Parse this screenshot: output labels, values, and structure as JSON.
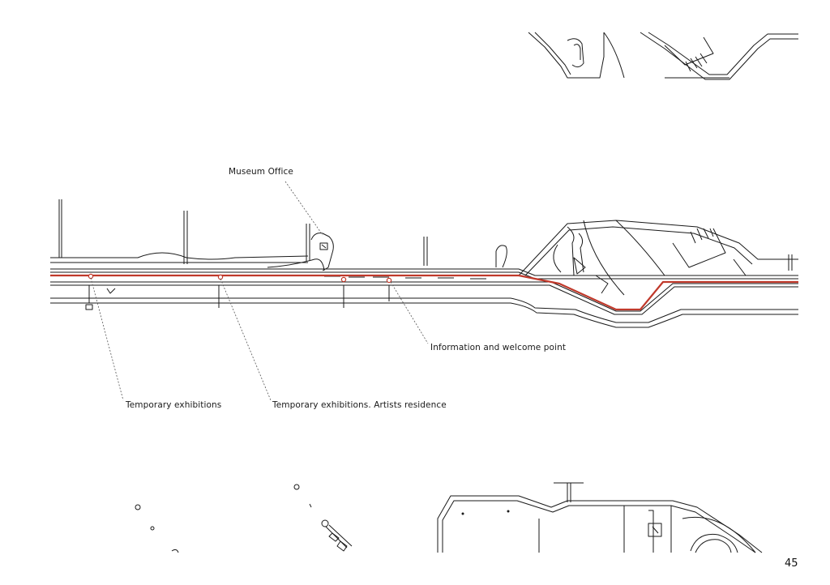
{
  "labels": {
    "museum_office": "Museum Office",
    "information_point": "Information and welcome point",
    "temporary_exhibitions": "Temporary exhibitions",
    "temporary_exhibitions_artists": "Temporary exhibitions. Artists residence"
  },
  "page_number": "45",
  "colors": {
    "line": "#1a1a1a",
    "route": "#c0392b",
    "leader": "#555555"
  }
}
